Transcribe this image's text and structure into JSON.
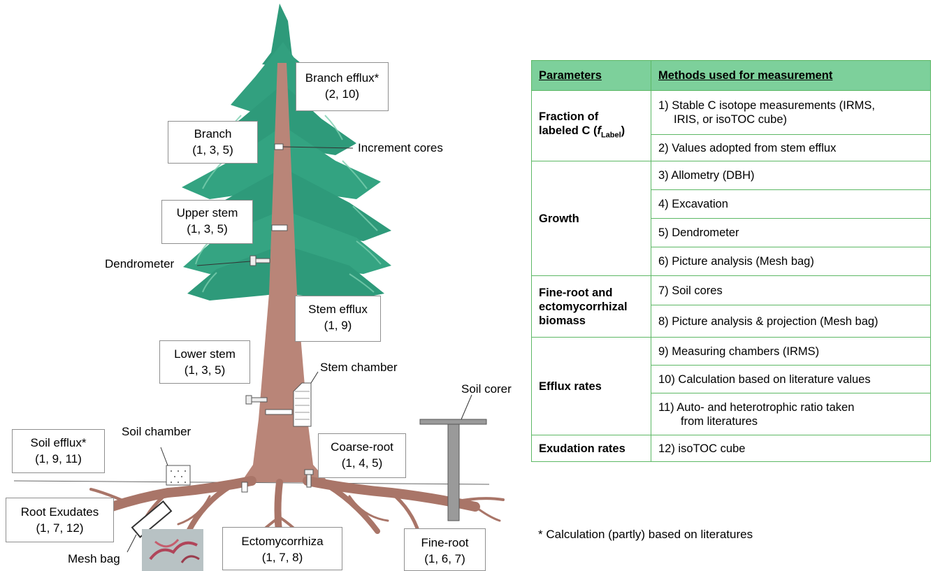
{
  "labels": {
    "branch_efflux": {
      "name": "Branch efflux*",
      "refs": "(2, 10)"
    },
    "branch": {
      "name": "Branch",
      "refs": "(1, 3, 5)"
    },
    "upper_stem": {
      "name": "Upper stem",
      "refs": "(1, 3, 5)"
    },
    "stem_efflux": {
      "name": "Stem efflux",
      "refs": "(1, 9)"
    },
    "lower_stem": {
      "name": "Lower stem",
      "refs": "(1, 3, 5)"
    },
    "soil_efflux": {
      "name": "Soil efflux*",
      "refs": "(1, 9, 11)"
    },
    "coarse_root": {
      "name": "Coarse-root",
      "refs": "(1, 4, 5)"
    },
    "root_exudates": {
      "name": "Root Exudates",
      "refs": "(1, 7, 12)"
    },
    "ectomycorrhiza": {
      "name": "Ectomycorrhiza",
      "refs": "(1, 7, 8)"
    },
    "fine_root": {
      "name": "Fine-root",
      "refs": "(1, 6, 7)"
    }
  },
  "annotations": {
    "increment_cores": "Increment cores",
    "dendrometer": "Dendrometer",
    "stem_chamber": "Stem chamber",
    "soil_chamber": "Soil chamber",
    "soil_corer": "Soil corer",
    "mesh_bag": "Mesh bag"
  },
  "table": {
    "header": {
      "parameters": "Parameters",
      "methods": "Methods used for measurement"
    },
    "fraction": {
      "cat_a": "Fraction of",
      "cat_b": "labeled C (",
      "cat_f": "f",
      "cat_sub": "Label",
      "cat_c": ")",
      "m1_num": "1)",
      "m1_a": "Stable C isotope measurements  (IRMS,",
      "m1_b": "IRIS, or isoTOC cube)",
      "m2": "2) Values adopted from stem efflux"
    },
    "growth": {
      "cat": "Growth",
      "m3": "3) Allometry (DBH)",
      "m4": "4) Excavation",
      "m5": "5) Dendrometer",
      "m6": "6) Picture analysis (Mesh bag)"
    },
    "biomass": {
      "cat_a": "Fine-root and",
      "cat_b": "ectomycorrhizal",
      "cat_c": "biomass",
      "m7": "7) Soil cores",
      "m8": "8) Picture analysis & projection (Mesh bag)"
    },
    "efflux": {
      "cat": "Efflux rates",
      "m9": "9) Measuring chambers (IRMS)",
      "m10": "10) Calculation based on literature values",
      "m11_a": "11) Auto- and heterotrophic ratio taken",
      "m11_b": "from literatures"
    },
    "exudation": {
      "cat": "Exudation rates",
      "m12": "12) isoTOC cube"
    }
  },
  "footnote": "* Calculation (partly) based on literatures",
  "colors": {
    "foliage": "#2e9a7a",
    "foliage_light": "#6cc4a4",
    "trunk": "#b98578",
    "table_header": "#7dd09b",
    "table_border": "#5db865"
  }
}
